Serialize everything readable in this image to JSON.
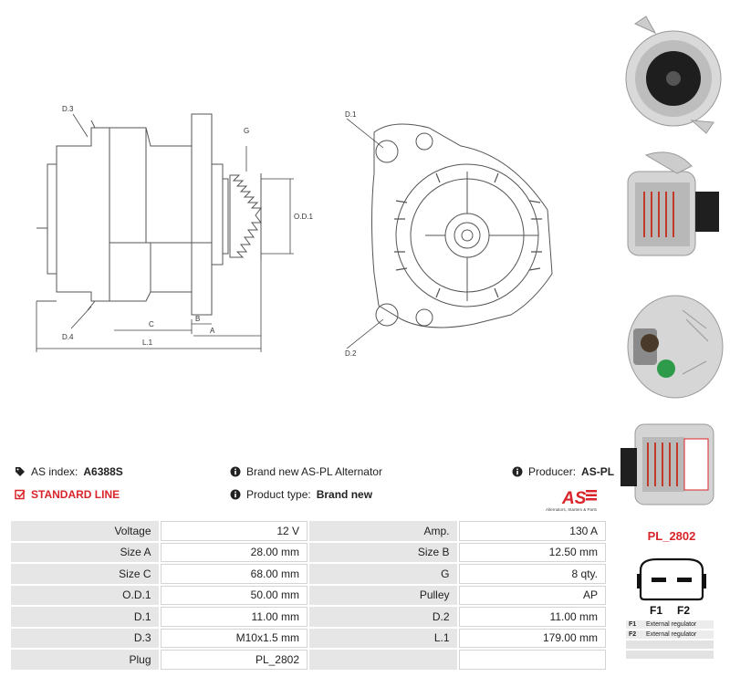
{
  "drawing_labels": {
    "d3": "D.3",
    "d4": "D.4",
    "g": "G",
    "od1": "O.D.1",
    "c": "C",
    "b": "B",
    "a": "A",
    "l1": "L.1",
    "d1": "D.1",
    "d2": "D.2"
  },
  "header": {
    "as_index_label": "AS index:",
    "as_index_value": "A6388S",
    "line": "STANDARD LINE",
    "description": "Brand new AS-PL Alternator",
    "product_type_label": "Product type:",
    "product_type_value": "Brand new",
    "producer_label": "Producer:",
    "producer_value": "AS-PL",
    "logo_text": "AS",
    "logo_tagline": "Alternators, Starters & Parts"
  },
  "specs": [
    {
      "l1": "Voltage",
      "v1": "12 V",
      "l2": "Amp.",
      "v2": "130 A"
    },
    {
      "l1": "Size A",
      "v1": "28.00 mm",
      "l2": "Size B",
      "v2": "12.50 mm"
    },
    {
      "l1": "Size C",
      "v1": "68.00 mm",
      "l2": "G",
      "v2": "8 qty."
    },
    {
      "l1": "O.D.1",
      "v1": "50.00 mm",
      "l2": "Pulley",
      "v2": "AP"
    },
    {
      "l1": "D.1",
      "v1": "11.00 mm",
      "l2": "D.2",
      "v2": "11.00 mm"
    },
    {
      "l1": "D.3",
      "v1": "M10x1.5 mm",
      "l2": "L.1",
      "v2": "179.00 mm"
    },
    {
      "l1": "Plug",
      "v1": "PL_2802",
      "l2": "",
      "v2": ""
    }
  ],
  "plug": {
    "title": "PL_2802",
    "pin1": "F1",
    "pin2": "F2",
    "legend": [
      {
        "key": "F1",
        "text": "External regulator"
      },
      {
        "key": "F2",
        "text": "External regulator"
      },
      {
        "key": "",
        "text": ""
      },
      {
        "key": "",
        "text": ""
      }
    ]
  },
  "colors": {
    "accent": "#d8242a",
    "label_bg": "#e6e6e6"
  }
}
